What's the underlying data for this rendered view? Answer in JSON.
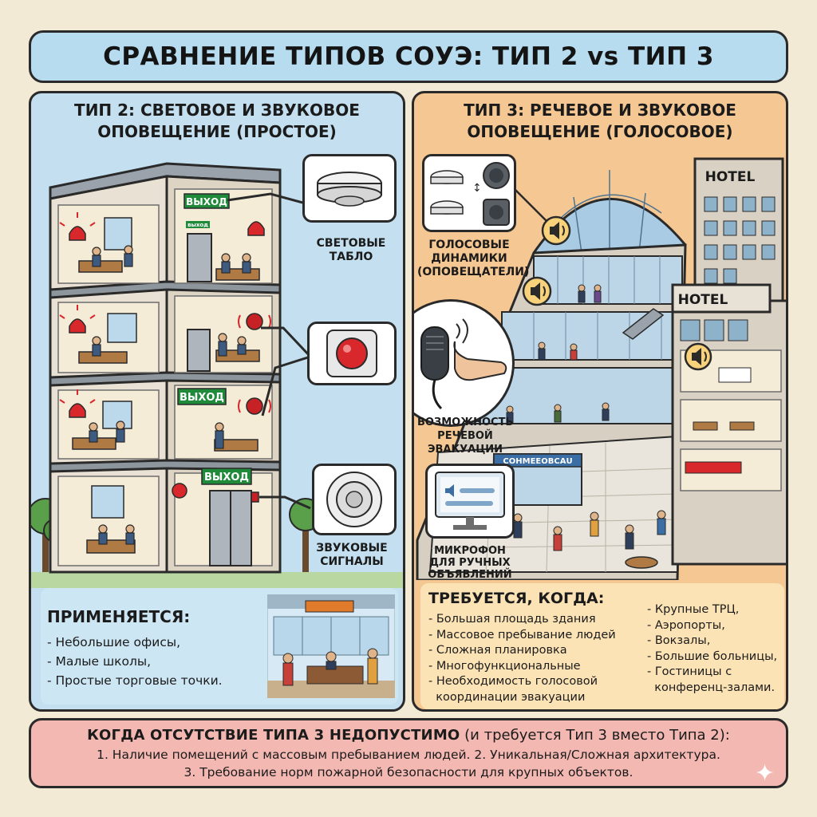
{
  "title": "СРАВНЕНИЕ ТИПОВ СОУЭ: ТИП 2 vs ТИП 3",
  "left": {
    "heading_line1": "ТИП 2: СВЕТОВОЕ И ЗВУКОВОЕ",
    "heading_line2": "ОПОВЕЩЕНИЕ (ПРОСТОЕ)",
    "exit_sign": "ВЫХОД",
    "exit_sign_small": "выход",
    "light_label_1": "СВЕТОВЫЕ",
    "light_label_2": "ТАБЛО",
    "sound_label_1": "ЗВУКОВЫЕ",
    "sound_label_2": "СИГНАЛЫ",
    "usage_title": "ПРИМЕНЯЕТСЯ:",
    "usage_items": [
      "- Небольшие офисы,",
      "- Малые школы,",
      "- Простые торговые точки."
    ]
  },
  "right": {
    "heading_line1": "ТИП 3: РЕЧЕВОЕ И ЗВУКОВОЕ",
    "heading_line2": "ОПОВЕЩЕНИЕ (ГОЛОСОВОЕ)",
    "hotel_1": "HOTEL",
    "hotel_2": "HOTEL",
    "speakers_1": "ГОЛОСОВЫЕ",
    "speakers_2": "ДИНАМИКИ",
    "speakers_3": "(ОПОВЕЩАТЕЛИ)",
    "voice_evac_1": "ВОЗМОЖНОСТЬ",
    "voice_evac_2": "РЕЧЕВОЙ",
    "voice_evac_3": "ЭВАКУАЦИИ",
    "mic_1": "МИКРОФОН",
    "mic_2": "ДЛЯ РУЧНЫХ",
    "mic_3": "ОБЪЯВЛЕНИЙ",
    "store_sign": "СОНМЕЕОВСАU",
    "req_title": "ТРЕБУЕТСЯ, КОГДА:",
    "req_col1": [
      "- Большая площадь здания",
      "- Массовое пребывание людей",
      "- Сложная планировка",
      "- Многофункциональные",
      "- Необходимость голосовой",
      "  координации эвакуации"
    ],
    "req_col2": [
      "- Крупные ТРЦ,",
      "- Аэропорты,",
      "- Вокзалы,",
      "- Большие больницы,",
      "- Гостиницы с",
      "  конференц-залами."
    ]
  },
  "bottom": {
    "line1_bold": "КОГДА ОТСУТСТВИЕ ТИПА 3 НЕДОПУСТИМО",
    "line1_rest": " (и требуется Тип 3 вместо Типа 2):",
    "line2": "1. Наличие помещений с массовым пребыванием людей. 2. Уникальная/Сложная архитектура.",
    "line3": "3. Требование норм пожарной безопасности для крупных объектов."
  },
  "colors": {
    "left_panel": "#c4e0f0",
    "right_panel": "#f5c792",
    "title_bar": "#b7dcef",
    "bottom_bar": "#f4b8b2",
    "exit_green": "#1f8a3a",
    "alarm_red": "#d8282b"
  }
}
